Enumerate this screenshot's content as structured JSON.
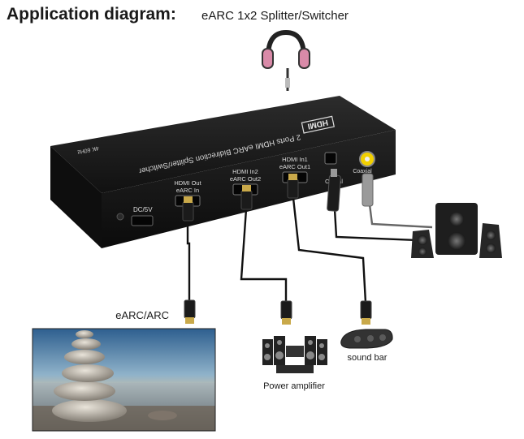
{
  "header": {
    "title": "Application diagram:",
    "subtitle": "eARC 1x2 Splitter/Switcher"
  },
  "device": {
    "top_text": "2 Ports HDMI eARC Bidirection Splitter/Switcher",
    "logo": "HDMI",
    "spec": "4K 60Hz",
    "ports": {
      "dc": "DC/5V",
      "hdmi_out": [
        "HDMI Out",
        "eARC In"
      ],
      "hdmi_in2": [
        "HDMI In2",
        "eARC Out2"
      ],
      "hdmi_in1": [
        "HDMI In1",
        "eARC Out1"
      ],
      "optical": "Optical",
      "coaxial": "Coaxial"
    }
  },
  "labels": {
    "tv": "eARC/ARC",
    "amplifier": "Power amplifier",
    "soundbar": "sound bar"
  },
  "icons": [
    "headphones-icon",
    "speaker-system-icon",
    "tv-screen-icon",
    "power-amplifier-icon",
    "sound-bar-icon"
  ]
}
